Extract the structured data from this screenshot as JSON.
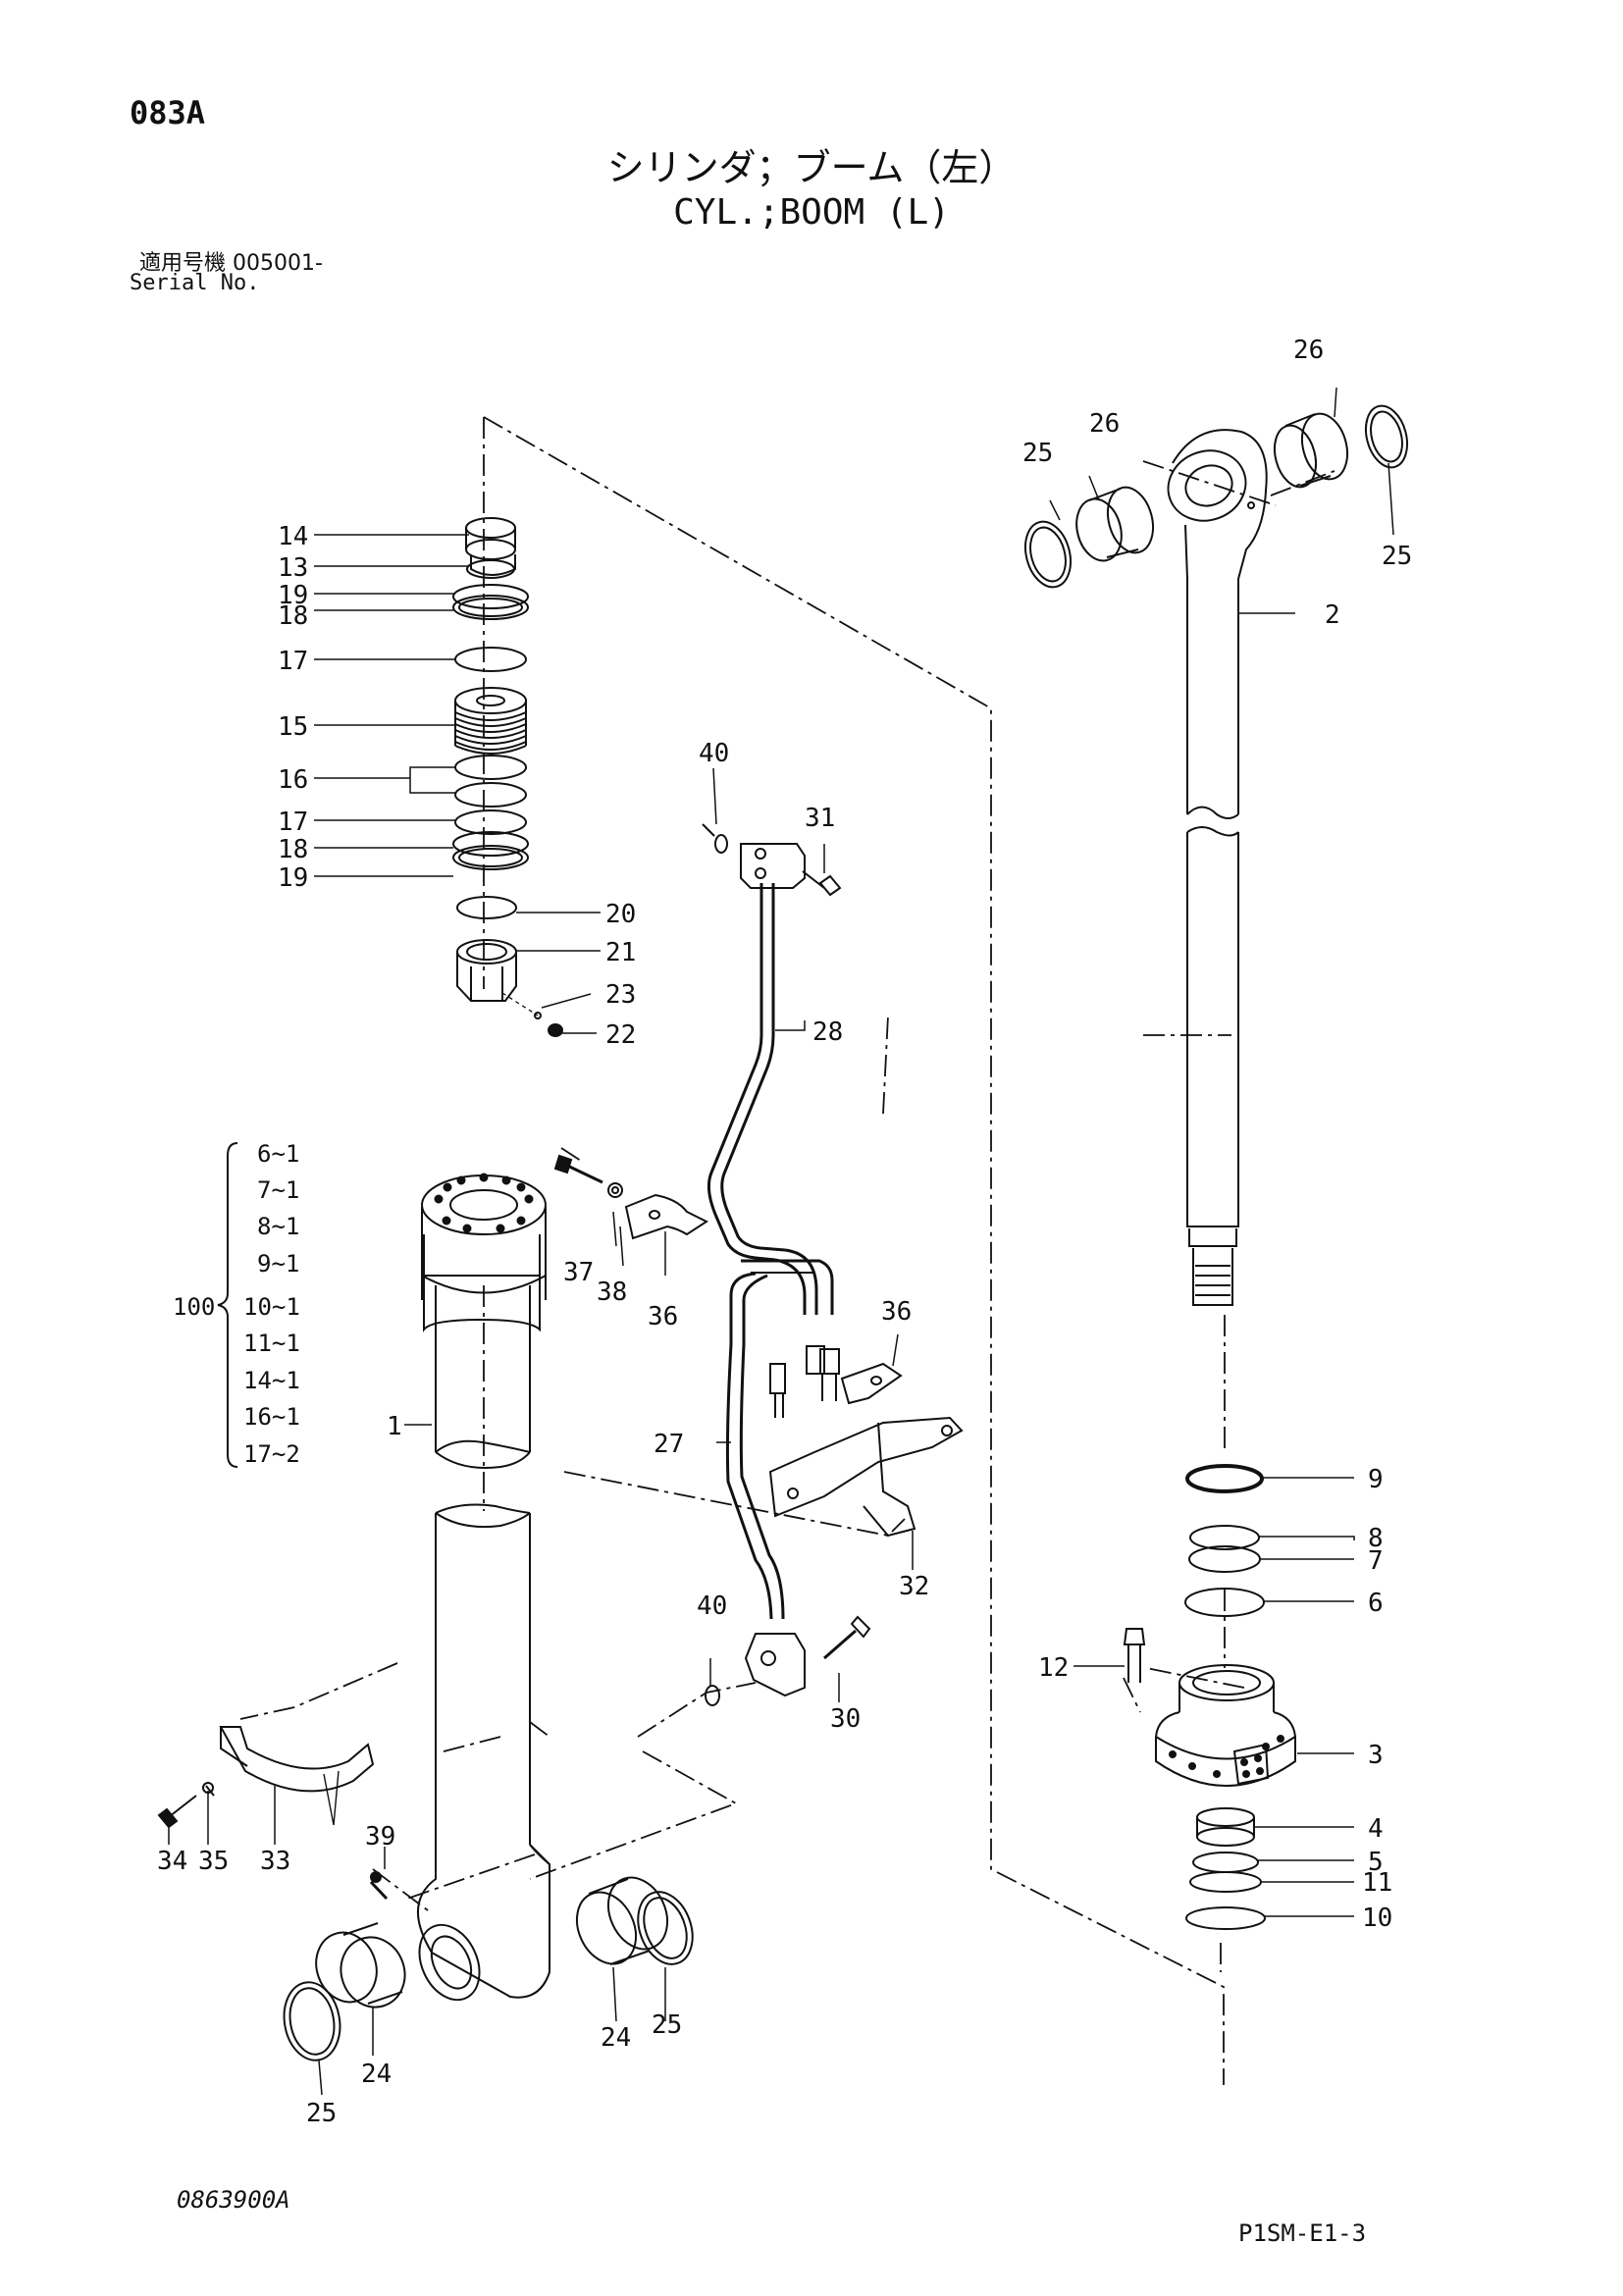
{
  "header": {
    "code": "083A",
    "title_jp": "シリンダ；ブーム（左）",
    "title_en": "CYL.;BOOM (L)",
    "serial_label_jp": "適用号機 005001-",
    "serial_label_en": "Serial No."
  },
  "kit": {
    "number": "100",
    "items": [
      "6~1",
      "7~1",
      "8~1",
      "9~1",
      "10~1",
      "11~1",
      "14~1",
      "16~1",
      "17~2"
    ]
  },
  "callouts": {
    "rod_head": [
      "14",
      "13",
      "19",
      "18",
      "17",
      "15",
      "16",
      "17",
      "18",
      "19"
    ],
    "c20": "20",
    "c21": "21",
    "c23": "23",
    "c22": "22",
    "c1": "1",
    "c2": "2",
    "c3": "3",
    "c4": "4",
    "c5": "5",
    "c11": "11",
    "c10": "10",
    "c6": "6",
    "c7": "7",
    "c8": "8",
    "c9": "9",
    "c12": "12",
    "c25_tl": "25",
    "c26_tl": "26",
    "c26_tr": "26",
    "c25_tr": "25",
    "c40_top": "40",
    "c31": "31",
    "c28": "28",
    "c37": "37",
    "c38": "38",
    "c36_l": "36",
    "c36_r": "36",
    "c27": "27",
    "c32": "32",
    "c40_bot": "40",
    "c30": "30",
    "c34": "34",
    "c35": "35",
    "c33": "33",
    "c39": "39",
    "c24_r": "24",
    "c25_r": "25",
    "c25_bl": "25",
    "c24_bl": "24"
  },
  "footer": {
    "drawing_number": "0863900A",
    "sheet_number": "P1SM-E1-3"
  }
}
